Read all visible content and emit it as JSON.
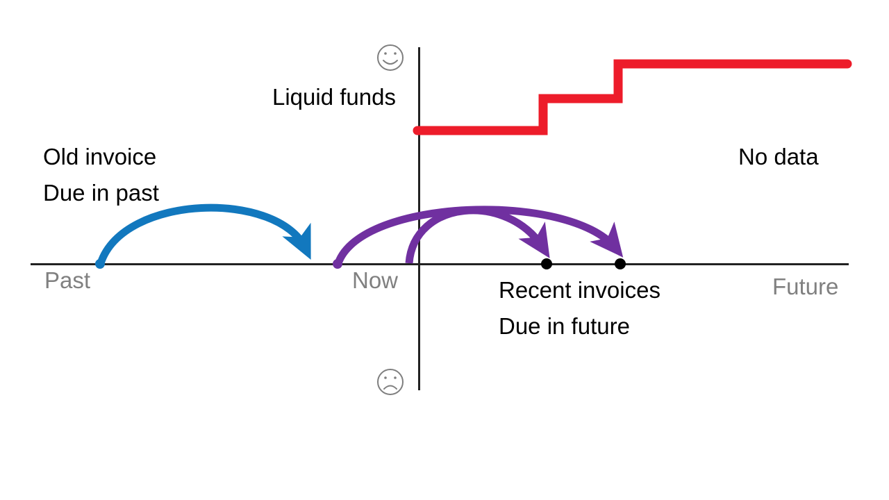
{
  "diagram": {
    "title": "Liquid funds over time with invoice due-date arrows",
    "background_color": "#FFFFFF"
  },
  "colors": {
    "liquid_funds_line": "#ED1C2A",
    "old_invoice_arrow": "#1278BE",
    "recent_invoice_arrow": "#7030A0",
    "axis": "#222222",
    "axis_label_text": "#808080",
    "body_text": "#000000",
    "face_icon": "#7F7F7F",
    "dot_black": "#000000"
  },
  "axes": {
    "horizontal_label_left": "Past",
    "horizontal_label_center": "Now",
    "horizontal_label_right": "Future",
    "vertical_top_icon": "smiley-happy-icon",
    "vertical_bottom_icon": "smiley-sad-icon",
    "vertical_top_glyph": "☺",
    "vertical_bottom_glyph": "☹"
  },
  "labels": {
    "liquid_funds": "Liquid funds",
    "old_invoice_line1": "Old invoice",
    "old_invoice_line2": "Due in past",
    "recent_invoices_line1": "Recent invoices",
    "recent_invoices_line2": "Due in future",
    "no_data": "No data"
  },
  "chart_data": {
    "type": "line",
    "title": "Liquid funds",
    "xlabel": "",
    "ylabel": "Liquid funds",
    "x_tick_labels": [
      "Past",
      "Now",
      "Future"
    ],
    "y_tick_labels": [
      "☺",
      "☹"
    ],
    "grid": false,
    "legend_position": "none",
    "series": [
      {
        "name": "Liquid funds",
        "style": "step",
        "color": "#ED1C2A",
        "x": [
          0,
          1,
          1,
          2,
          2,
          3
        ],
        "values": [
          1,
          1,
          2,
          2,
          3,
          3
        ],
        "description": "Step function rising twice in the future, starting at Now"
      }
    ],
    "annotations": [
      {
        "name": "old-invoice-arrow",
        "color": "#1278BE",
        "from_x": -2.9,
        "to_x": -0.4,
        "label": "Old invoice Due in past"
      },
      {
        "name": "recent-invoice-arrow-1",
        "color": "#7030A0",
        "from_x": -0.12,
        "to_x": 2,
        "label": "Recent invoices Due in future"
      },
      {
        "name": "recent-invoice-arrow-2",
        "color": "#7030A0",
        "from_x": 0.9,
        "to_x": 1,
        "label": "Recent invoices Due in future"
      },
      {
        "name": "no-data-region",
        "label": "No data"
      }
    ],
    "markers": [
      {
        "name": "past-start-dot",
        "color": "#1278BE",
        "x": -2.9,
        "y": 0
      },
      {
        "name": "now-start-dot",
        "color": "#7030A0",
        "x": -0.12,
        "y": 0
      },
      {
        "name": "step-1-dot",
        "color": "#000000",
        "x": 1,
        "y": 0
      },
      {
        "name": "step-2-dot",
        "color": "#000000",
        "x": 2,
        "y": 0
      }
    ]
  }
}
